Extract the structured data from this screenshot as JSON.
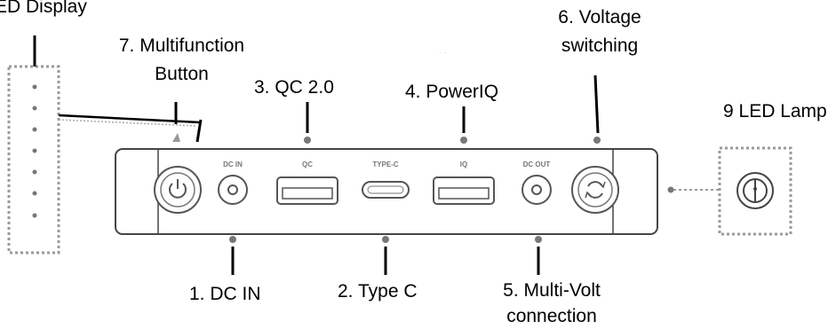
{
  "labels": {
    "led_display": "ED Display",
    "multifunction_line1": "7. Multifunction",
    "multifunction_line2": "Button",
    "qc": "3. QC 2.0",
    "poweriq": "4. PowerIQ",
    "voltage_line1": "6. Voltage",
    "voltage_line2": "switching",
    "led_lamp": "9 LED Lamp",
    "dc_in": "1. DC IN",
    "type_c": "2. Type C",
    "multivolt_line1": "5. Multi-Volt",
    "multivolt_line2": "connection"
  },
  "ports": {
    "dc_in": "DC IN",
    "qc": "QC",
    "type_c": "TYPE-C",
    "iq": "IQ",
    "dc_out": "DC OUT"
  },
  "icons": [
    "power-icon",
    "lamp-icon",
    "voltage-switch-icon"
  ],
  "colors": {
    "device_stroke": "#444444",
    "dotted_box": "#9a9a9a",
    "leader": "#000000"
  }
}
